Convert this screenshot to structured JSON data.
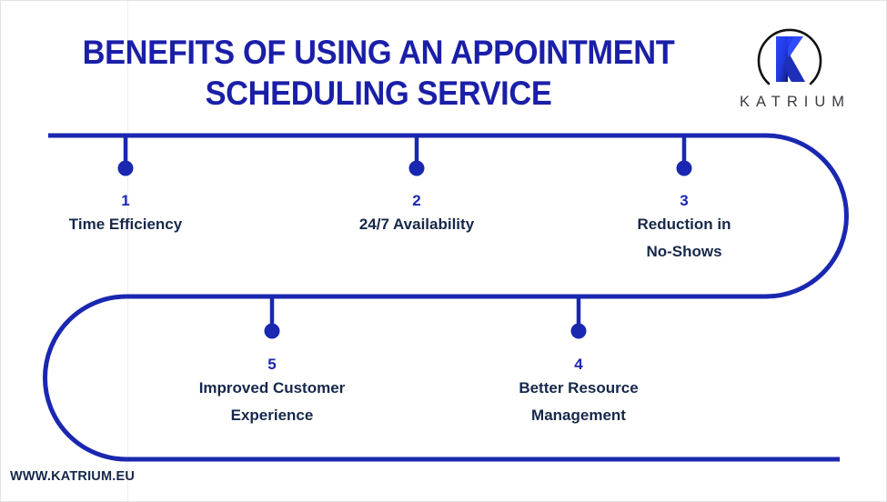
{
  "title": {
    "line1": "BENEFITS OF USING AN APPOINTMENT",
    "line2": "SCHEDULING SERVICE"
  },
  "logo": {
    "mark_icon": "katrium-k-circle-icon",
    "wordmark": "KATRIUM"
  },
  "items": [
    {
      "number": "1",
      "label": "Time Efficiency"
    },
    {
      "number": "2",
      "label": "24/7 Availability"
    },
    {
      "number": "3",
      "label": "Reduction in\nNo-Shows"
    },
    {
      "number": "4",
      "label": "Better Resource\nManagement"
    },
    {
      "number": "5",
      "label": "Improved Customer\nExperience"
    }
  ],
  "footer": {
    "url": "WWW.KATRIUM.EU"
  },
  "colors": {
    "brand_blue": "#1a1fa8",
    "line_blue": "#1a27b0",
    "label_navy": "#16284a",
    "wordmark_gray": "#3b3b42",
    "background": "#ffffff"
  }
}
